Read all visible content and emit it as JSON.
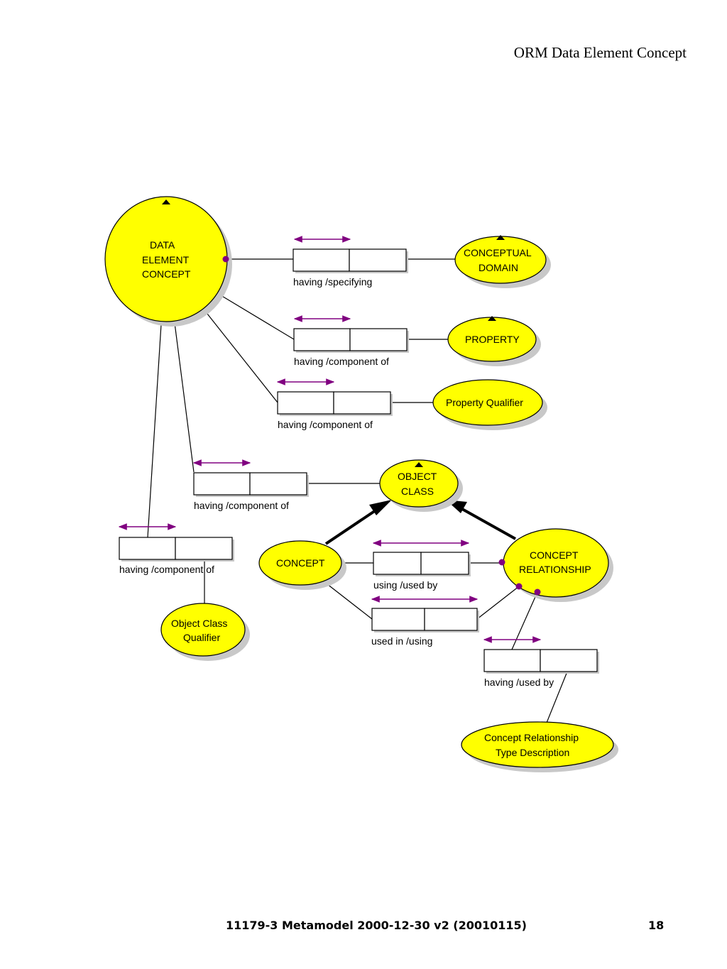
{
  "header": {
    "title": "ORM Data Element Concept"
  },
  "footer": {
    "document": "11179-3 Metamodel 2000-12-30 v2 (20010115)",
    "page_number": "18"
  },
  "colors": {
    "entity_fill": "#ffff00",
    "entity_stroke": "#000000",
    "shadow": "#c8c8c8",
    "constraint": "#800080",
    "line": "#000000"
  },
  "entities": {
    "data_element_concept": [
      "DATA",
      "ELEMENT",
      "CONCEPT"
    ],
    "conceptual_domain": [
      "CONCEPTUAL",
      "DOMAIN"
    ],
    "property": [
      "PROPERTY"
    ],
    "property_qualifier": [
      "Property Qualifier"
    ],
    "object_class": [
      "OBJECT",
      "CLASS"
    ],
    "concept": [
      "CONCEPT"
    ],
    "concept_relationship": [
      "CONCEPT",
      "RELATIONSHIP"
    ],
    "object_class_qualifier": [
      "Object Class",
      "Qualifier"
    ],
    "concept_relationship_type_description": [
      "Concept Relationship",
      "Type Description"
    ]
  },
  "facts": {
    "dec_cd": "having /specifying",
    "dec_property": "having /component of",
    "dec_property_qualifier": "having /component of",
    "dec_object_class": "having /component of",
    "dec_object_class_qualifier": "having /component of",
    "concept_relationship_using": "using /used by",
    "concept_relationship_used_in": "used in /using",
    "concept_relationship_type": "having /used by"
  }
}
